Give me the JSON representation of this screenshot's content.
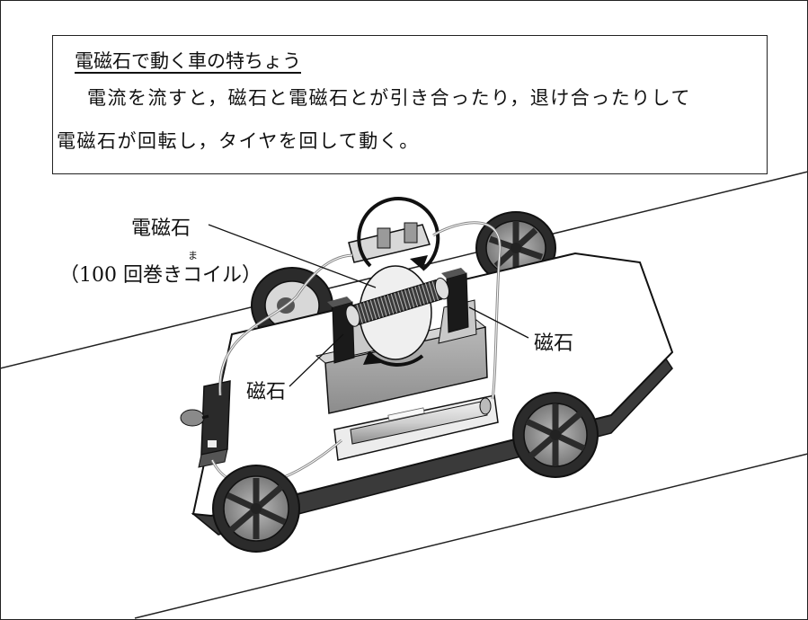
{
  "box": {
    "title": "電磁石で動く車の特ちょう",
    "line1": "電流を流すと，磁石と電磁石とが引き合ったり，退け合ったりして",
    "line2": "電磁石が回転し，タイヤを回して動く。"
  },
  "labels": {
    "electromagnet": "電磁石",
    "coil": "（100 回巻きコイル）",
    "coil_ruby": "ま",
    "magnet_right": "磁石",
    "magnet_left": "磁石"
  },
  "colors": {
    "outline": "#222222",
    "magnet": "#1a1a1a",
    "wheel": "#2b2b2b",
    "base_gray": "#9a9a9a"
  }
}
